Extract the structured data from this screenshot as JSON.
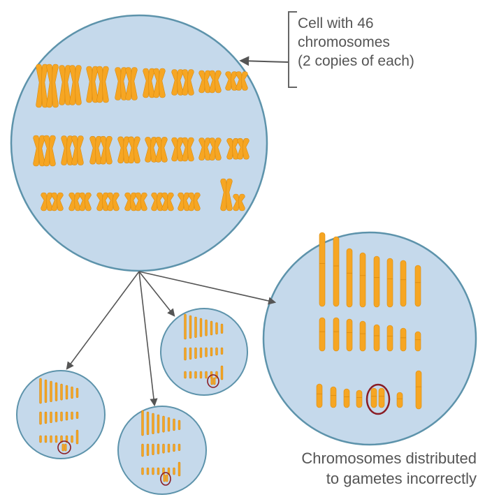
{
  "labels": {
    "cell": [
      "Cell with 46",
      "chromosomes",
      "(2 copies of each)"
    ],
    "gametes": [
      "Chromosomes distributed",
      "to gametes incorrectly"
    ]
  },
  "colors": {
    "cell_fill": "#c5d9eb",
    "cell_stroke": "#5d93ab",
    "chromosome": "#f6a623",
    "chromosome_edge": "#d98a10",
    "arrow": "#555555",
    "highlight_ring": "#8a1c24"
  }
}
